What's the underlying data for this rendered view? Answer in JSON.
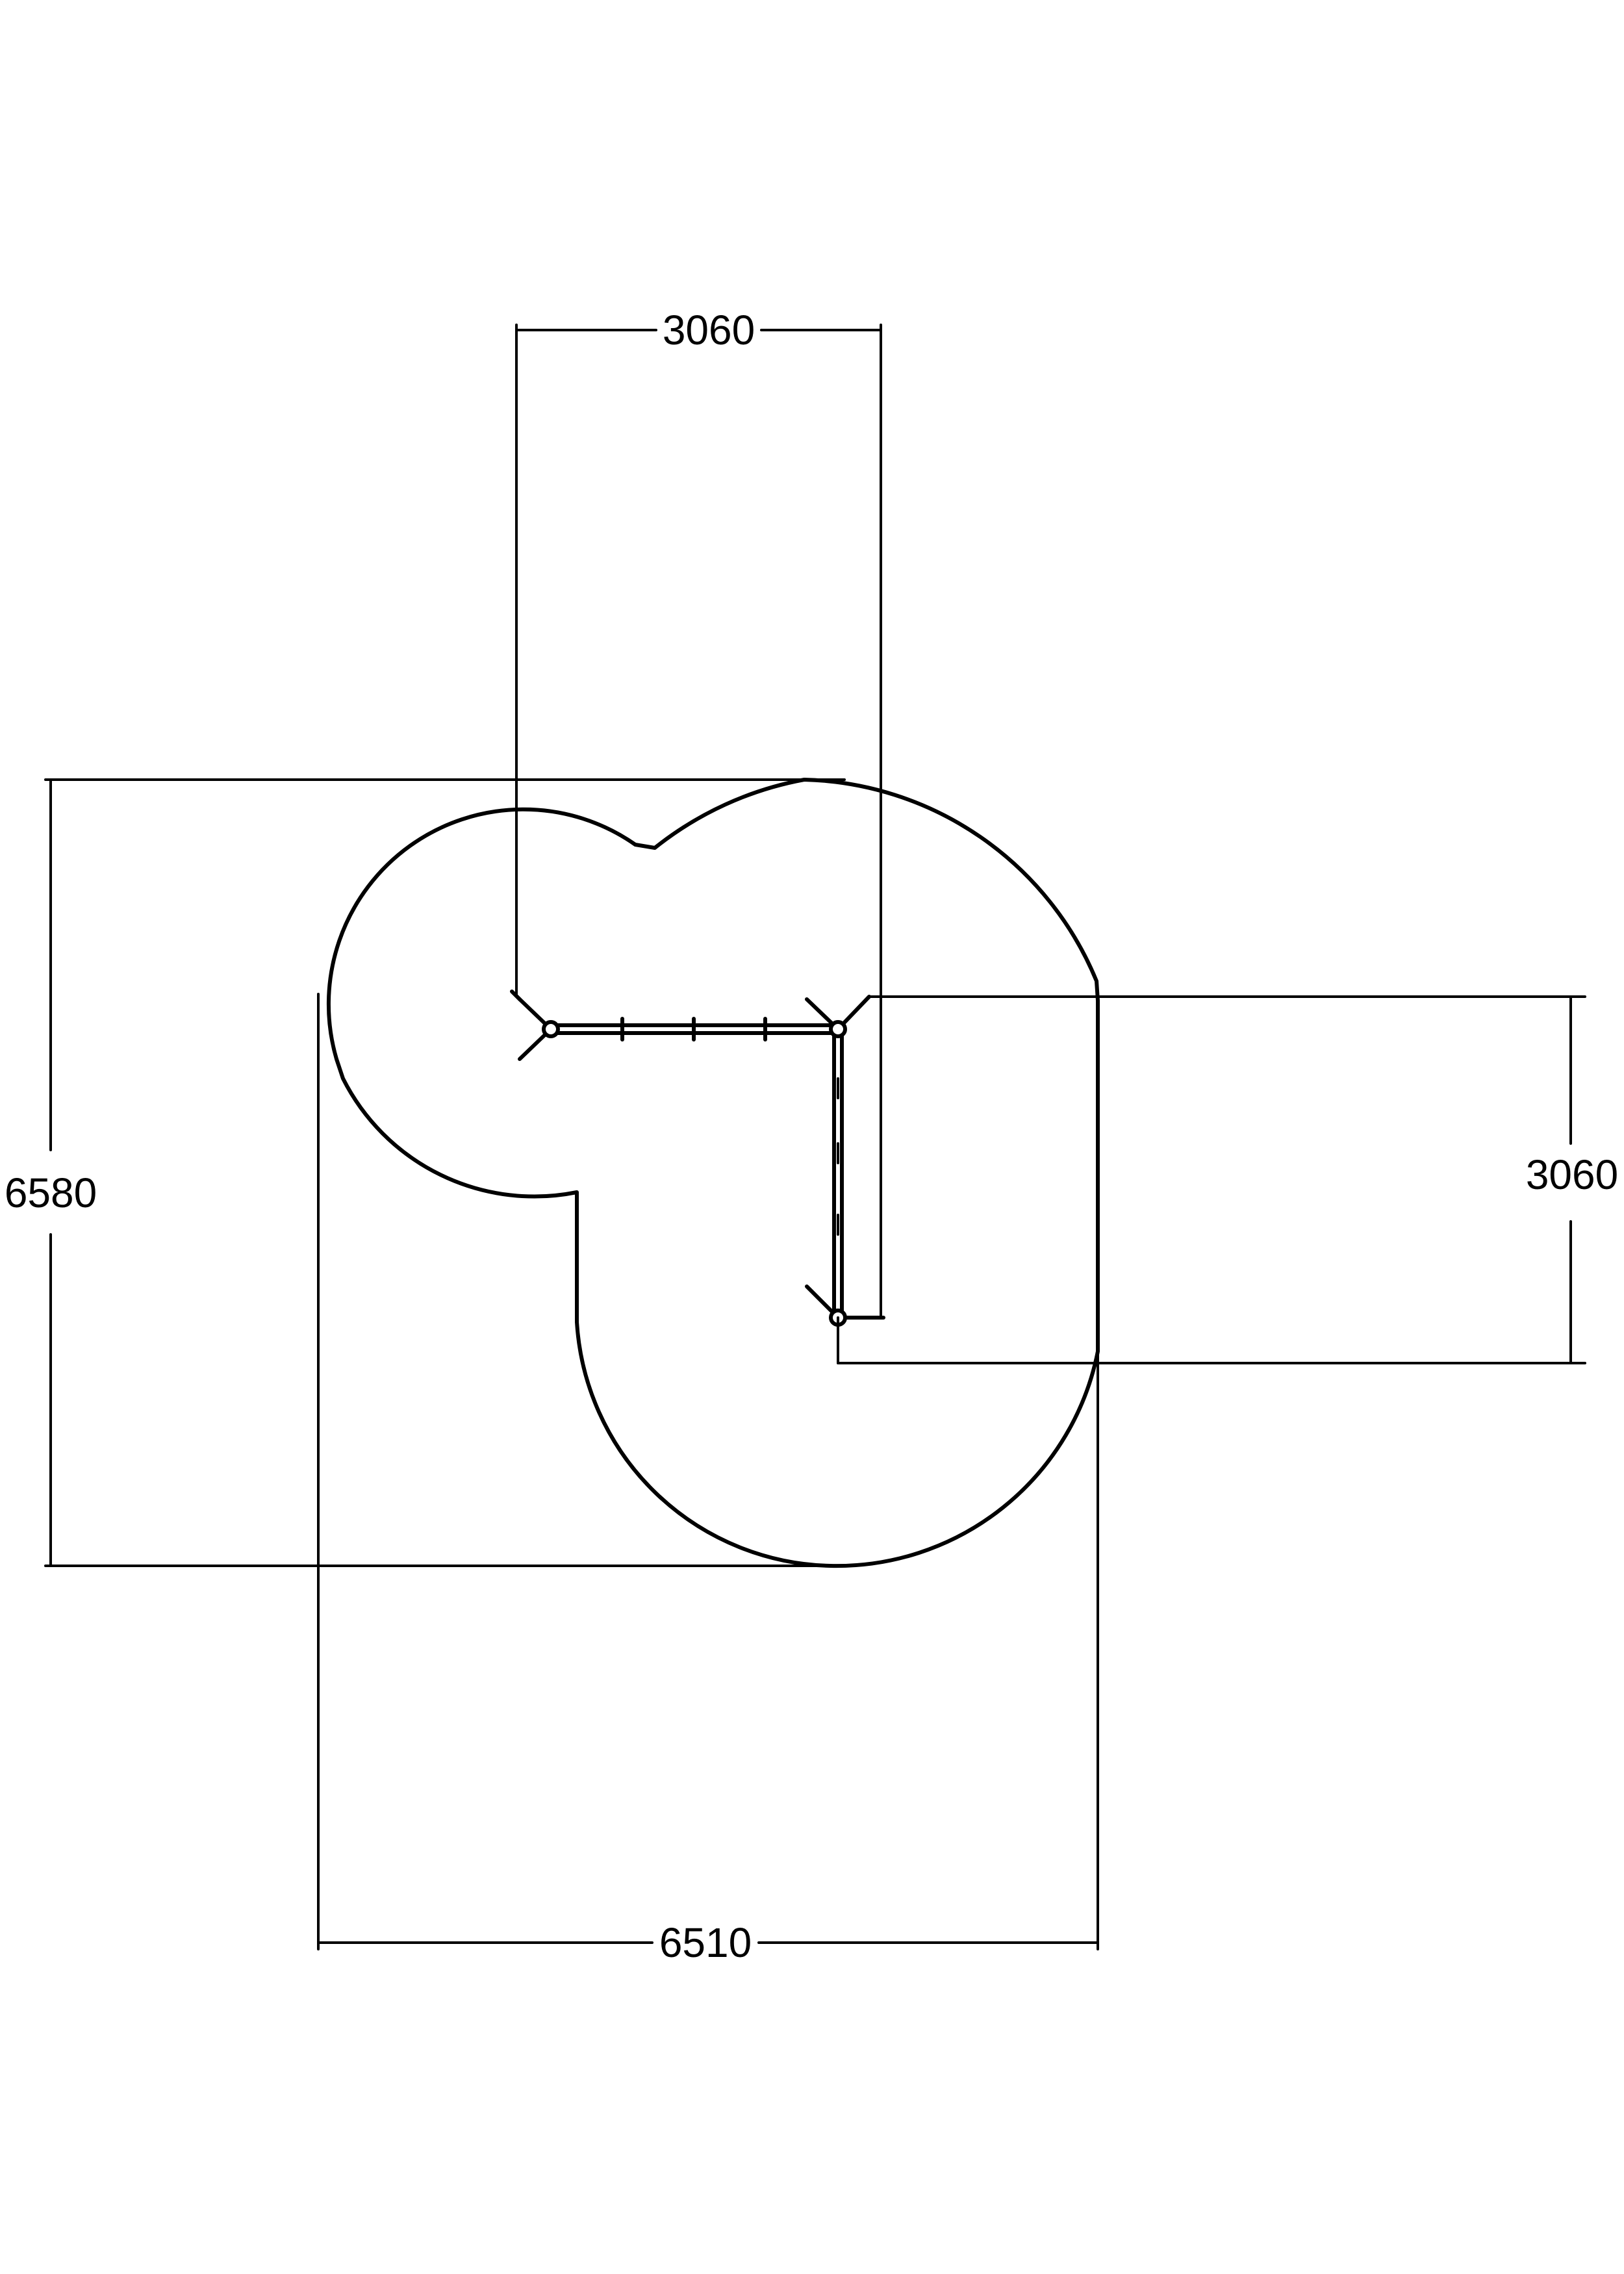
{
  "dimensions": {
    "top_width": "3060",
    "right_height": "3060",
    "left_height": "6580",
    "bottom_width": "6510"
  },
  "colors": {
    "line": "#000000",
    "background": "#ffffff"
  }
}
